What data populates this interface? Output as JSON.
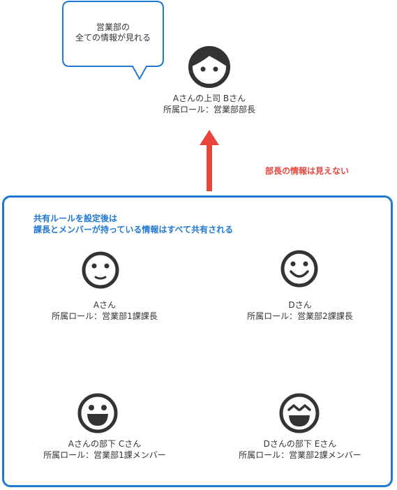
{
  "bubble": {
    "line1": "営業部の",
    "line2": "全ての情報が見れる"
  },
  "boss": {
    "name": "Aさんの上司 Bさん",
    "role": "所属ロール：営業部部長"
  },
  "arrow_note": "部長の情報は見えない",
  "group": {
    "title_line1": "共有ルールを設定後は",
    "title_line2": "課長とメンバーが持っている情報はすべて共有される"
  },
  "people": [
    {
      "name": "Aさん",
      "role": "所属ロール：営業部1課課長"
    },
    {
      "name": "Dさん",
      "role": "所属ロール：営業部2課課長"
    },
    {
      "name": "Aさんの部下 Cさん",
      "role": "所属ロール：営業部1課メンバー"
    },
    {
      "name": "Dさんの部下 Eさん",
      "role": "所属ロール：営業部2課メンバー"
    }
  ],
  "colors": {
    "arrow": "#e8453c",
    "box": "#1f78d1",
    "bubble_border": "#1f78d1",
    "icon": "#333333"
  }
}
